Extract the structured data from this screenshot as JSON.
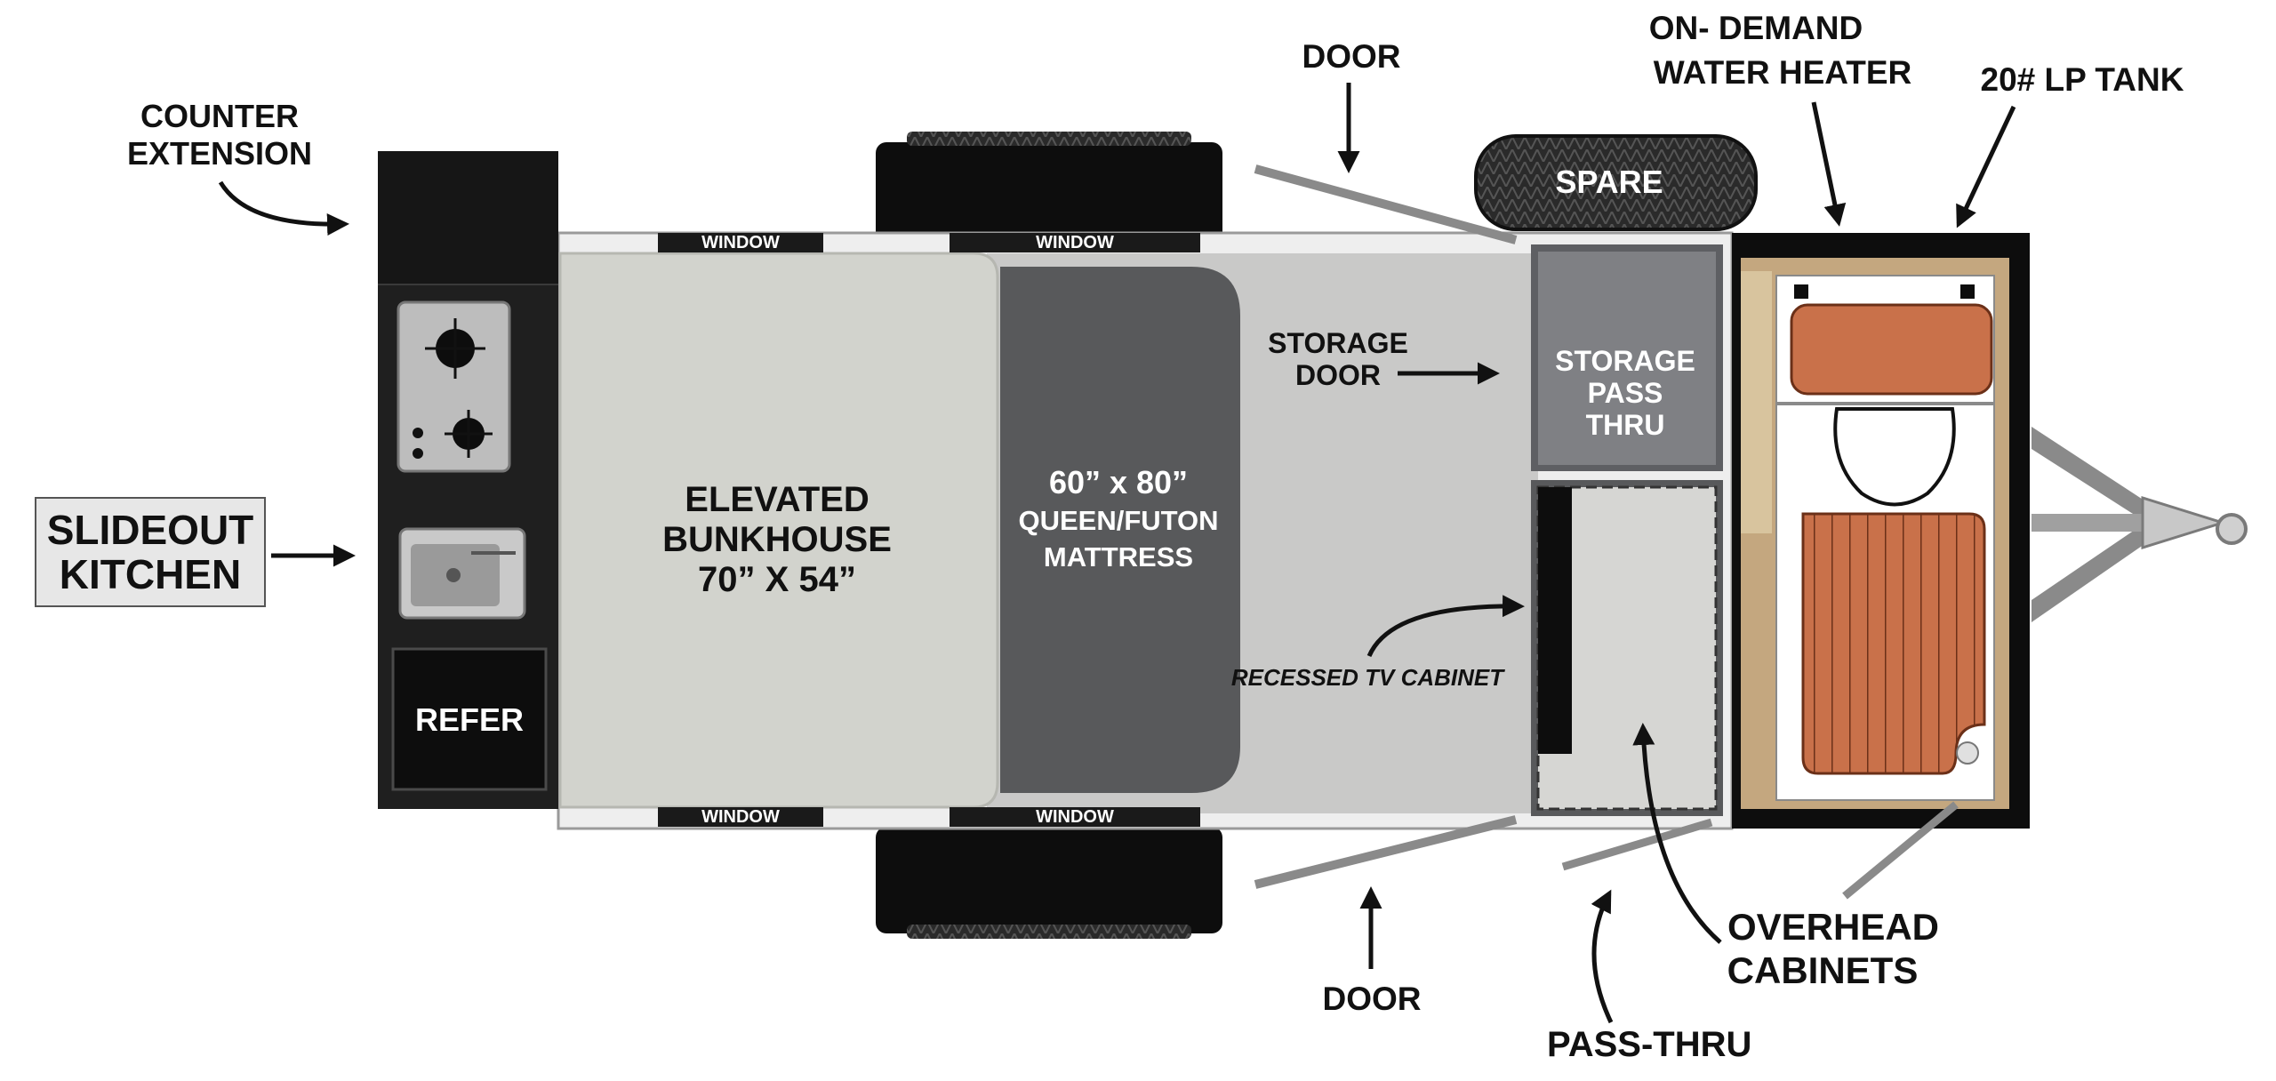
{
  "labels": {
    "counter_extension": [
      "COUNTER",
      "EXTENSION"
    ],
    "slideout_kitchen": [
      "SLIDEOUT",
      "KITCHEN"
    ],
    "refer": "REFER",
    "elevated_bunkhouse": [
      "ELEVATED",
      "BUNKHOUSE",
      "70” X 54”"
    ],
    "mattress": [
      "60” x 80”",
      "QUEEN/FUTON",
      "MATTRESS"
    ],
    "door_top": "DOOR",
    "door_bottom": "DOOR",
    "storage_door": [
      "STORAGE",
      "DOOR"
    ],
    "storage_pass_thru": [
      "STORAGE",
      "PASS",
      "THRU"
    ],
    "recessed_tv_cabinet": "RECESSED TV CABINET",
    "spare": "SPARE",
    "water_heater": [
      "ON- DEMAND",
      "WATER HEATER"
    ],
    "lp_tank": "20# LP TANK",
    "overhead_cabinets": [
      "OVERHEAD",
      "CABINETS"
    ],
    "pass_thru": "PASS-THRU",
    "window": "WINDOW"
  },
  "colors": {
    "floor": "#c9c9c8",
    "bunk": "#d2d3cd",
    "mattress": "#58595b",
    "kitchen": "#1f1f1f",
    "tire": "#0d0d0d",
    "storage": "#7f8084",
    "wood": "#c4a77f",
    "orange": "#c9714a",
    "frame": "#8a8a8a"
  }
}
